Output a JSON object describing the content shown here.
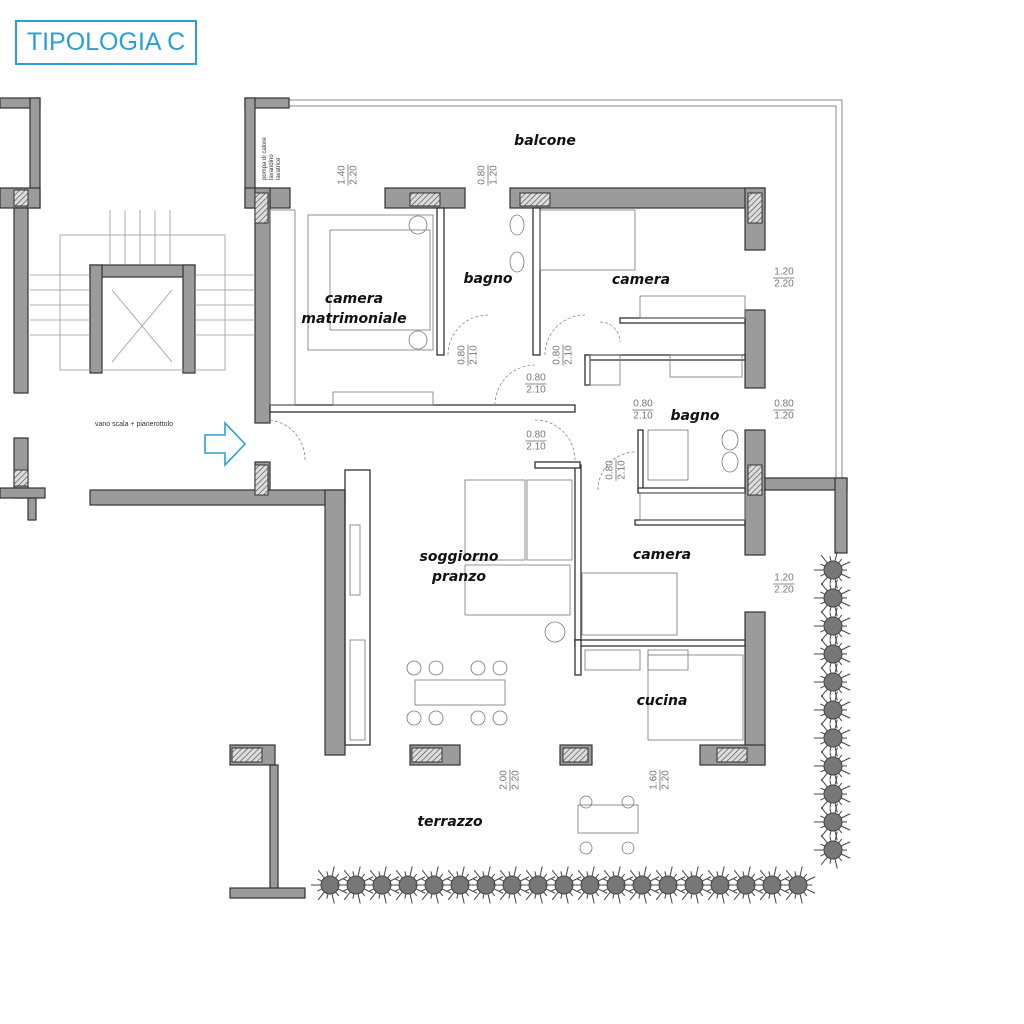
{
  "title": "TIPOLOGIA C",
  "rooms": {
    "balcone": "balcone",
    "camera_matrimoniale_1": "camera",
    "camera_matrimoniale_2": "matrimoniale",
    "bagno_1": "bagno",
    "camera_1": "camera",
    "bagno_2": "bagno",
    "soggiorno_1": "soggiorno",
    "soggiorno_2": "pranzo",
    "camera_2": "camera",
    "cucina": "cucina",
    "terrazzo": "terrazzo"
  },
  "notes": {
    "stair": "vano scala + pianerottolo",
    "utility": [
      "pompa di calore",
      "lavandino",
      "lavatrice"
    ]
  },
  "dimensions": [
    {
      "w": "1.40",
      "h": "2.20"
    },
    {
      "w": "0.80",
      "h": "1.20"
    },
    {
      "w": "1.20",
      "h": "2.20"
    },
    {
      "w": "0.80",
      "h": "2.10"
    },
    {
      "w": "0.80",
      "h": "2.10"
    },
    {
      "w": "0.80",
      "h": "2.10"
    },
    {
      "w": "0.80",
      "h": "2.10"
    },
    {
      "w": "0.80",
      "h": "1.20"
    },
    {
      "w": "0.80",
      "h": "2.10"
    },
    {
      "w": "0.80",
      "h": "2.10"
    },
    {
      "w": "1.20",
      "h": "2.20"
    },
    {
      "w": "2.00",
      "h": "2.20"
    },
    {
      "w": "1.60",
      "h": "2.20"
    }
  ],
  "colors": {
    "accent": "#2a9fd6",
    "wall": "#9b9b9b",
    "wall_outline": "#333333"
  }
}
